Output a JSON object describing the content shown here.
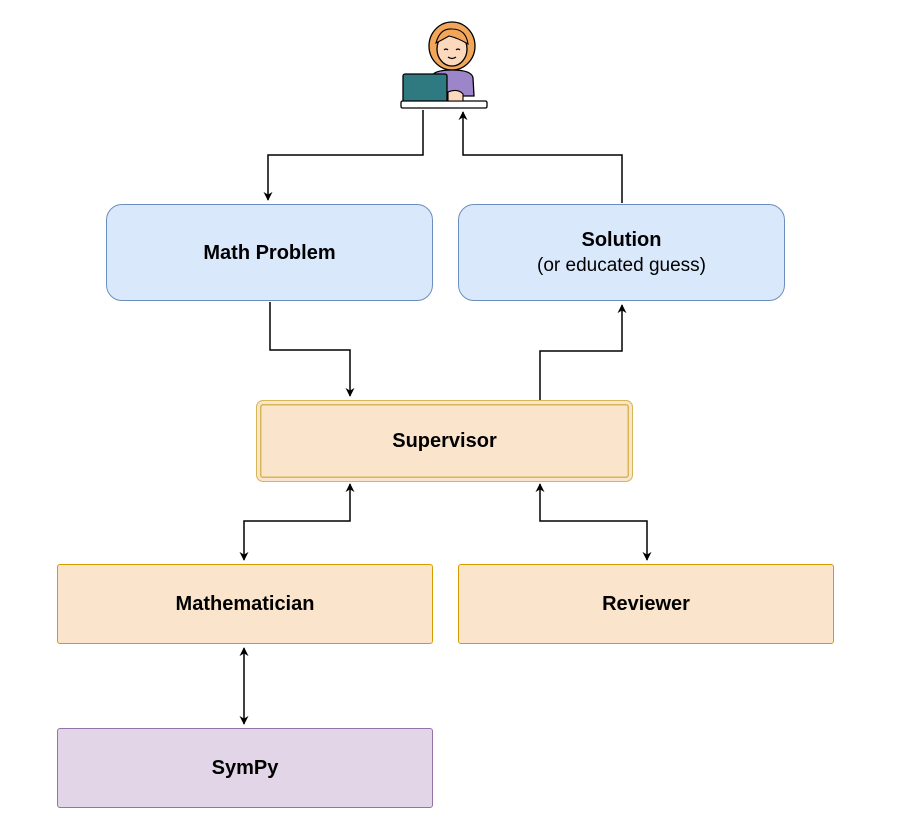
{
  "user": {
    "icon": "person-at-laptop-icon"
  },
  "nodes": {
    "math_problem": {
      "title": "Math Problem"
    },
    "solution": {
      "title": "Solution",
      "subtitle": "(or educated guess)"
    },
    "supervisor": {
      "title": "Supervisor"
    },
    "mathematician": {
      "title": "Mathematician"
    },
    "reviewer": {
      "title": "Reviewer"
    },
    "sympy": {
      "title": "SymPy"
    }
  },
  "edges": [
    {
      "from": "user",
      "to": "math_problem",
      "direction": "one-way"
    },
    {
      "from": "solution",
      "to": "user",
      "direction": "one-way"
    },
    {
      "from": "math_problem",
      "to": "supervisor",
      "direction": "one-way"
    },
    {
      "from": "supervisor",
      "to": "solution",
      "direction": "one-way"
    },
    {
      "from": "supervisor",
      "to": "mathematician",
      "direction": "two-way"
    },
    {
      "from": "supervisor",
      "to": "reviewer",
      "direction": "two-way"
    },
    {
      "from": "mathematician",
      "to": "sympy",
      "direction": "two-way"
    }
  ],
  "colors": {
    "blue_fill": "#dae8fc",
    "blue_stroke": "#6c8ebf",
    "orange_fill": "#fae5cc",
    "orange_stroke": "#d79b00",
    "supervisor_stroke": "#d6b656",
    "purple_fill": "#e1d5e7",
    "purple_stroke": "#9673a6",
    "connector": "#000000"
  }
}
